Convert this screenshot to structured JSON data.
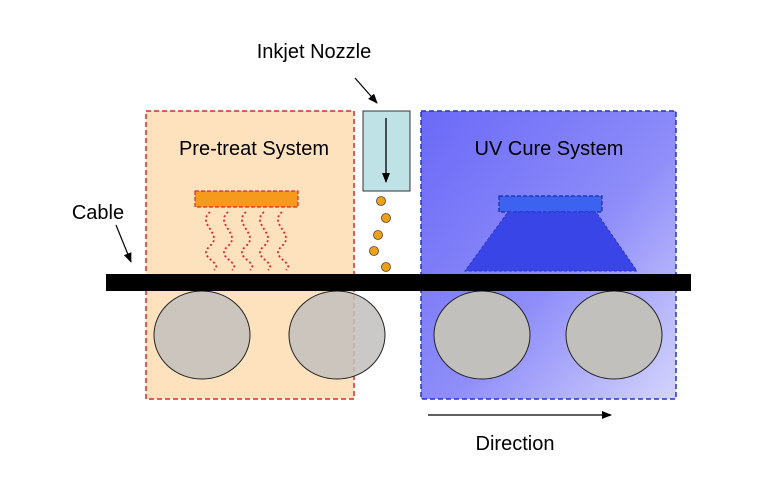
{
  "labels": {
    "inkjet_nozzle": "Inkjet Nozzle",
    "pretreat_system": "Pre-treat System",
    "uv_cure_system": "UV Cure System",
    "cable": "Cable",
    "direction": "Direction"
  },
  "colors": {
    "pretreat_fill": "#fde2bd",
    "pretreat_border": "#e0262b",
    "heater": "#f59a1c",
    "heat_waves": "#e0262b",
    "nozzle_fill": "#bfe2e6",
    "ink_drop": "#f0a015",
    "uv_fill_dark": "#6f6ef8",
    "uv_fill_light": "#c8c8fb",
    "uv_border": "#2233cc",
    "uv_lamp": "#3b63f0",
    "uv_beam": "#3a45e8",
    "cable": "#000000",
    "roller": "#c2c0bd",
    "roller_stroke": "#222222"
  }
}
